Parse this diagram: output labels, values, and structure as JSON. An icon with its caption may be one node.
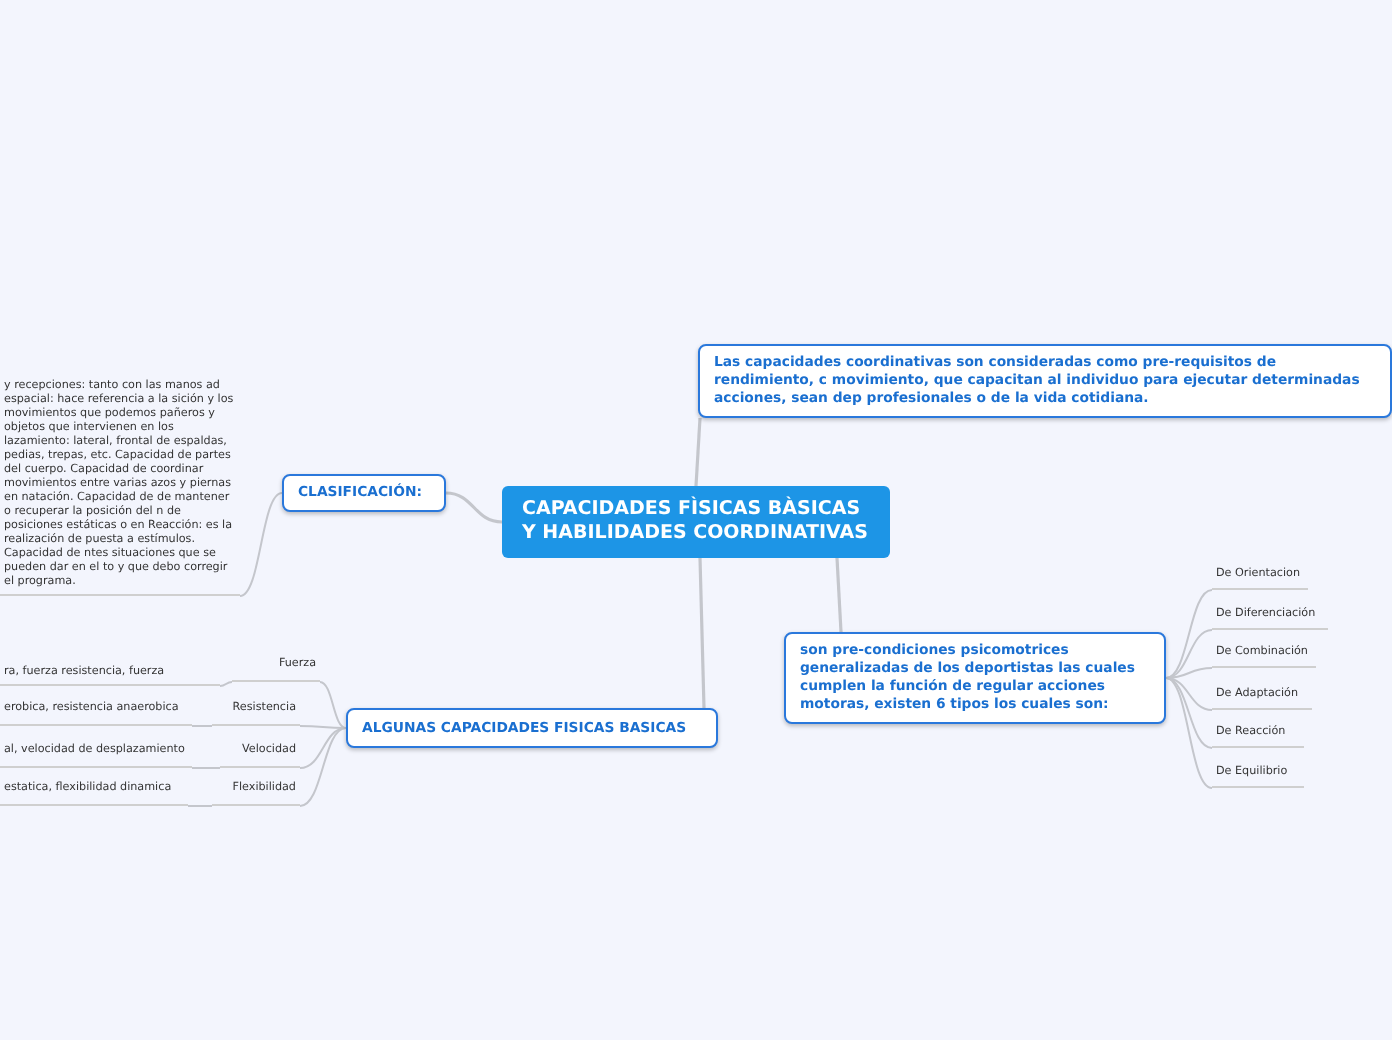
{
  "diagram": {
    "nodes": [
      {
        "text": [
          "CAPACIDADES FÌSICAS BÀSICAS Y HABILIDADES COORDINATIVAS"
        ]
      },
      {
        "text": [
          "Las capacidades coordinativas son consideradas como pre-requisitos de rendimiento, c movimiento, que capacitan al individuo para ejecutar determinadas acciones, sean dep profesionales o de la vida cotidiana."
        ]
      },
      {
        "text": [
          "CLASIFICACIÓN:"
        ]
      },
      {
        "text": [
          "y recepciones: tanto con las manos ad espacial: hace referencia a la sición y los movimientos que podemos pañeros y objetos que intervienen en los lazamiento: lateral, frontal de espaldas, pedias, trepas, etc. Capacidad de partes del cuerpo. Capacidad de coordinar movimientos entre varias azos y piernas en natación. Capacidad de de mantener o recuperar la posición del n de posiciones estáticas o en Reacción: es la realización de puesta a estímulos. Capacidad de ntes situaciones que se pueden dar en el to y que debo corregir el programa."
        ]
      },
      {
        "text": [
          "ALGUNAS CAPACIDADES FISICAS BASICAS"
        ]
      },
      {
        "text": [
          "Fuerza"
        ]
      },
      {
        "text": [
          "ra, fuerza resistencia, fuerza"
        ]
      },
      {
        "text": [
          "Resistencia"
        ]
      },
      {
        "text": [
          "erobica, resistencia anaerobica"
        ]
      },
      {
        "text": [
          "Velocidad"
        ]
      },
      {
        "text": [
          "al, velocidad de desplazamiento"
        ]
      },
      {
        "text": [
          "Flexibilidad"
        ]
      },
      {
        "text": [
          "estatica, flexibilidad dinamica"
        ]
      },
      {
        "text": [
          "son pre-condiciones psicomotrices generalizadas de los deportistas las cuales cumplen la función de regular acciones motoras, existen 6 tipos los cuales son:"
        ]
      },
      {
        "text": [
          "De Orientacion"
        ]
      },
      {
        "text": [
          "De Diferenciación"
        ]
      },
      {
        "text": [
          "De Combinación"
        ]
      },
      {
        "text": [
          "De Adaptación"
        ]
      },
      {
        "text": [
          "De Reacción"
        ]
      },
      {
        "text": [
          "De Equilibrio"
        ]
      }
    ],
    "edges": [
      {
        "from": 0,
        "to": 1,
        "arrow": "none"
      },
      {
        "from": 0,
        "to": 2,
        "arrow": "none"
      },
      {
        "from": 2,
        "to": 3,
        "arrow": "none"
      },
      {
        "from": 0,
        "to": 4,
        "arrow": "none"
      },
      {
        "from": 4,
        "to": 5,
        "arrow": "none"
      },
      {
        "from": 5,
        "to": 6,
        "arrow": "none"
      },
      {
        "from": 4,
        "to": 7,
        "arrow": "none"
      },
      {
        "from": 7,
        "to": 8,
        "arrow": "none"
      },
      {
        "from": 4,
        "to": 9,
        "arrow": "none"
      },
      {
        "from": 9,
        "to": 10,
        "arrow": "none"
      },
      {
        "from": 4,
        "to": 11,
        "arrow": "none"
      },
      {
        "from": 11,
        "to": 12,
        "arrow": "none"
      },
      {
        "from": 0,
        "to": 13,
        "arrow": "none"
      },
      {
        "from": 13,
        "to": 14,
        "arrow": "none"
      },
      {
        "from": 13,
        "to": 15,
        "arrow": "none"
      },
      {
        "from": 13,
        "to": 16,
        "arrow": "none"
      },
      {
        "from": 13,
        "to": 17,
        "arrow": "none"
      },
      {
        "from": 13,
        "to": 18,
        "arrow": "none"
      },
      {
        "from": 13,
        "to": 19,
        "arrow": "none"
      }
    ]
  }
}
